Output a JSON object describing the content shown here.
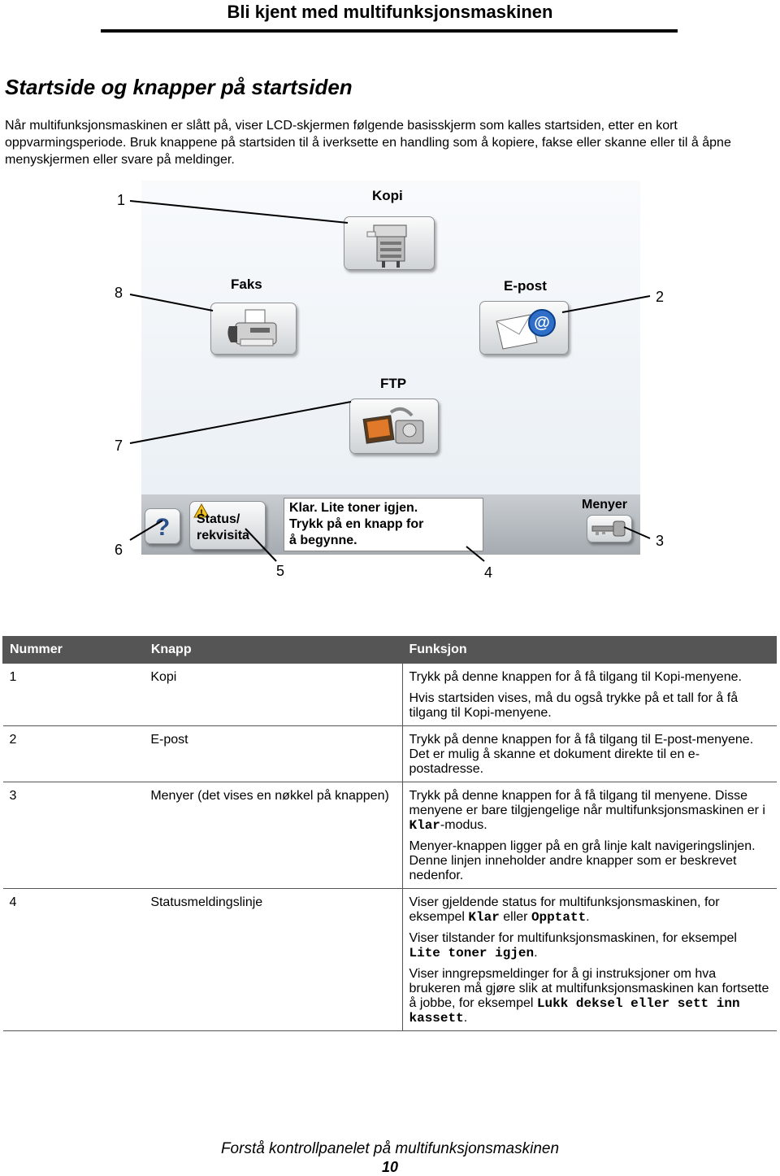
{
  "header": {
    "title": "Bli kjent med multifunksjonsmaskinen"
  },
  "section": {
    "title": "Startside og knapper på startsiden",
    "intro": "Når multifunksjonsmaskinen er slått på, viser LCD-skjermen følgende basisskjerm som kalles startsiden, etter en kort oppvarmingsperiode. Bruk knappene på startsiden til å iverksette en handling som å kopiere, fakse eller skanne eller til å åpne menyskjermen eller svare på meldinger."
  },
  "screen": {
    "buttons": {
      "kopi": "Kopi",
      "faks": "Faks",
      "epost": "E-post",
      "ftp": "FTP",
      "status_line1": "Status/",
      "status_line2": "rekvisita",
      "menyer": "Menyer"
    },
    "status_message": {
      "line1": "Klar. Lite toner igjen.",
      "line2": "Trykk på en knapp for",
      "line3": "å begynne."
    },
    "callouts": [
      "1",
      "2",
      "3",
      "4",
      "5",
      "6",
      "7",
      "8"
    ]
  },
  "table": {
    "headers": [
      "Nummer",
      "Knapp",
      "Funksjon"
    ],
    "rows": [
      {
        "number": "1",
        "button": "Kopi",
        "p1": "Trykk på denne knappen for å få tilgang til Kopi-menyene.",
        "p2": "Hvis startsiden vises, må du også trykke på et tall for å få tilgang til Kopi-menyene."
      },
      {
        "number": "2",
        "button": "E-post",
        "p1": "Trykk på denne knappen for å få tilgang til E-post-menyene. Det er mulig å skanne et dokument direkte til en e-postadresse."
      },
      {
        "number": "3",
        "button": "Menyer (det vises en nøkkel på knappen)",
        "p1a": "Trykk på denne knappen for å få tilgang til menyene. Disse menyene er bare tilgjengelige når multifunksjonsmaskinen er i ",
        "p1code": "Klar",
        "p1b": "-modus.",
        "p2": "Menyer-knappen ligger på en grå linje kalt navigeringslinjen. Denne linjen inneholder andre knapper som er beskrevet nedenfor."
      },
      {
        "number": "4",
        "button": "Statusmeldingslinje",
        "p1a": "Viser gjeldende status for multifunksjonsmaskinen, for eksempel ",
        "p1code1": "Klar",
        "p1mid": " eller ",
        "p1code2": "Opptatt",
        "p1b": ".",
        "p2a": "Viser tilstander for multifunksjonsmaskinen, for eksempel ",
        "p2code": "Lite toner igjen",
        "p2b": ".",
        "p3a": "Viser inngrepsmeldinger for å gi instruksjoner om hva brukeren må gjøre slik at multifunksjonsmaskinen kan fortsette å jobbe, for eksempel ",
        "p3code": "Lukk deksel eller sett inn kassett",
        "p3b": "."
      }
    ]
  },
  "footer": {
    "title": "Forstå kontrollpanelet på multifunksjonsmaskinen",
    "page": "10"
  },
  "colors": {
    "table_header_bg": "#555555",
    "rule": "#000000",
    "panel_bg": "#eef2f6"
  }
}
